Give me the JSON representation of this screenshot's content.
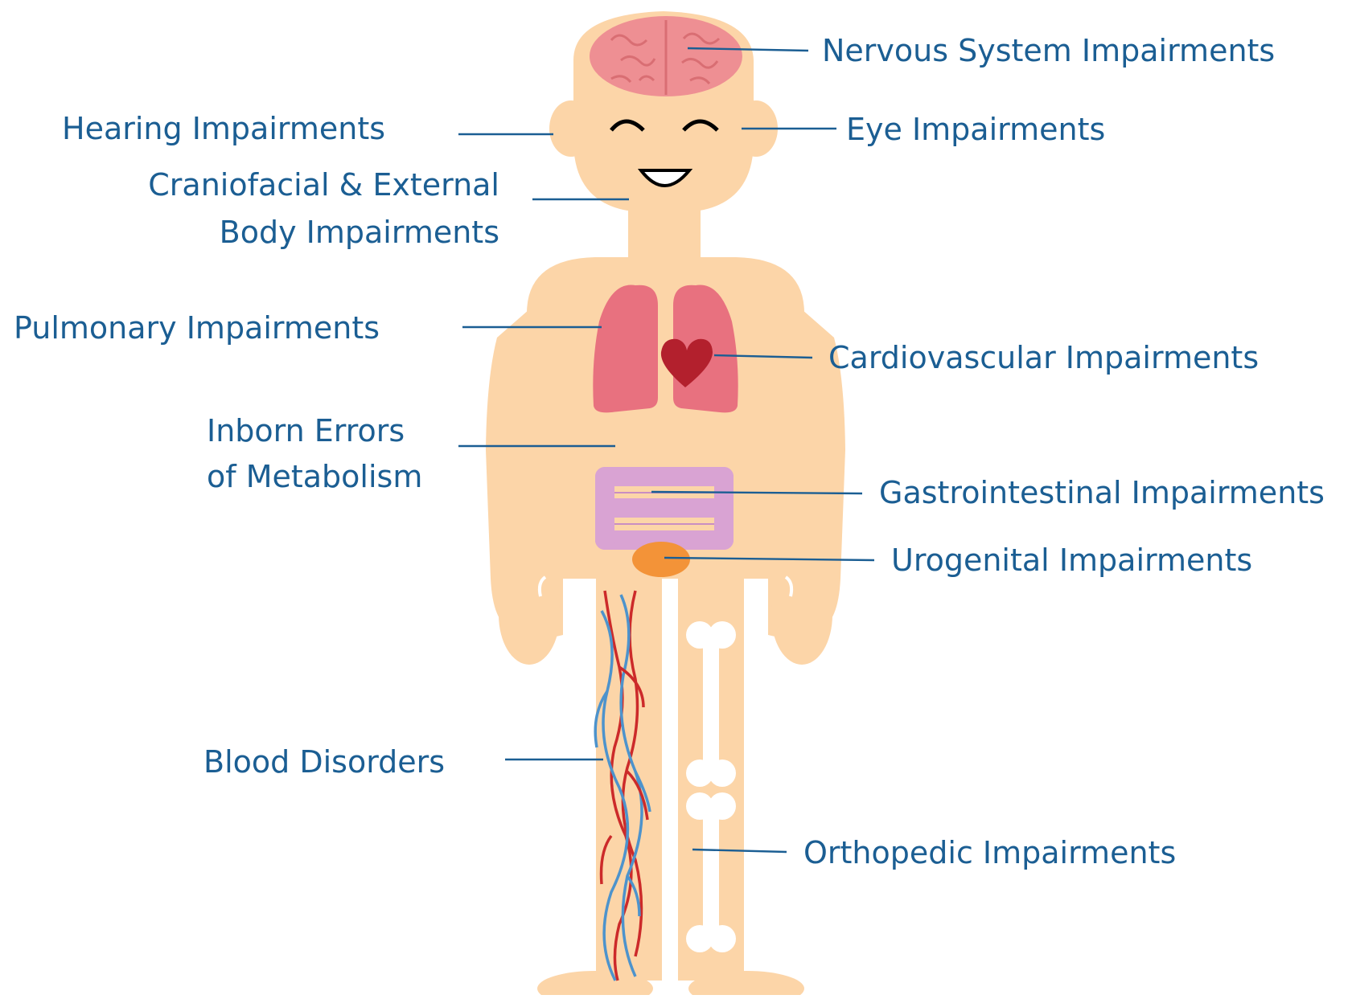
{
  "labels": {
    "nervous": "Nervous System Impairments",
    "hearing": "Hearing Impairments",
    "eye": "Eye Impairments",
    "craniofacial_1": "Craniofacial & External",
    "craniofacial_2": "Body Impairments",
    "pulmonary": "Pulmonary Impairments",
    "cardiovascular": "Cardiovascular Impairments",
    "inborn_1": "Inborn Errors",
    "inborn_2": "of Metabolism",
    "gastro": "Gastrointestinal Impairments",
    "urogenital": "Urogenital Impairments",
    "blood": "Blood Disorders",
    "orthopedic": "Orthopedic Impairments"
  },
  "colors": {
    "label_text": "#1b5e93",
    "skin": "#fcd5a8",
    "brain": "#ee8f93",
    "lungs": "#e8717f",
    "heart": "#b3202d",
    "intestine": "#d9a3d3",
    "bladder": "#f39338",
    "artery": "#cc2a2a",
    "vein": "#4d93cc",
    "bone": "#ffffff"
  }
}
